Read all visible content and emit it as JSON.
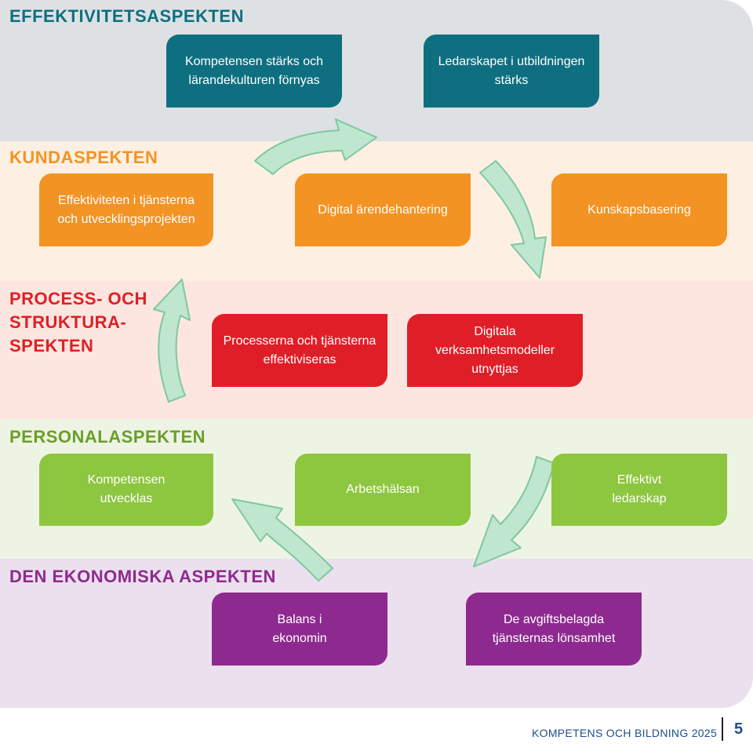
{
  "colors": {
    "teal": "#0e6f80",
    "orange": "#f39324",
    "red": "#e01e27",
    "green": "#8dc63f",
    "purple": "#8e2a8f",
    "arrow_fill": "#bfe6cf",
    "arrow_stroke": "#7ec8a0"
  },
  "sections": {
    "effektivitet": {
      "title": "EFFEKTIVITETSASPEKTEN",
      "boxes": [
        "Kompetensen stärks och lärandekulturen förnyas",
        "Ledarskapet i utbildningen stärks"
      ]
    },
    "kund": {
      "title": "KUNDASPEKTEN",
      "boxes": [
        "Effektiviteten i tjänsterna och utvecklingsprojekten",
        "Digital ärendehantering",
        "Kunskapsbasering"
      ]
    },
    "process": {
      "title_lines": [
        "PROCESS- OCH",
        "STRUKTURA-",
        "SPEKTEN"
      ],
      "boxes": [
        "Processerna och tjänsterna effektiviseras",
        "Digitala verksamhetsmodeller utnyttjas"
      ]
    },
    "personal": {
      "title": "PERSONALASPEKTEN",
      "boxes": [
        "Kompetensen utvecklas",
        "Arbetshälsan",
        "Effektivt ledarskap"
      ]
    },
    "ekonomi": {
      "title": "DEN EKONOMISKA ASPEKTEN",
      "boxes": [
        "Balans i ekonomin",
        "De avgiftsbelagda tjänsternas lönsamhet"
      ]
    }
  },
  "footer": {
    "text": "KOMPETENS OCH BILDNING 2025",
    "page_number": "5"
  }
}
